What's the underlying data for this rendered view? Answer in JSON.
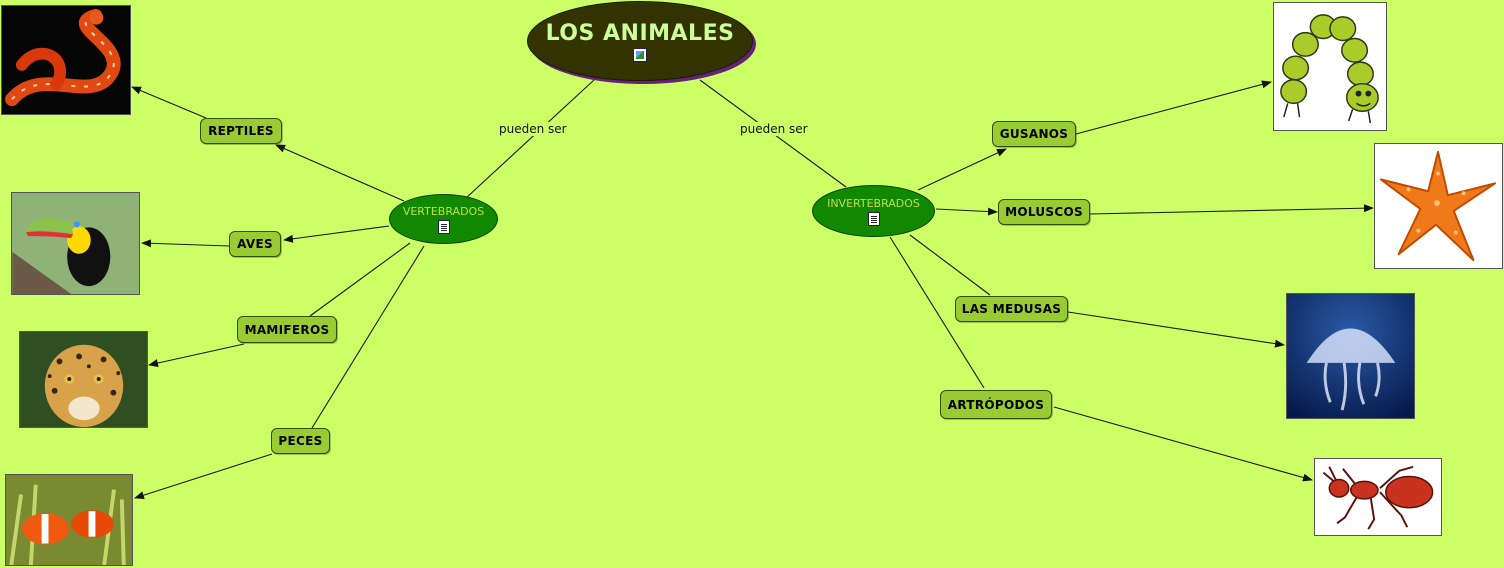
{
  "root": {
    "title": "LOS ANIMALES",
    "icon": "image-icon"
  },
  "links": {
    "left": "pueden ser",
    "right": "pueden ser"
  },
  "vertebrados": {
    "label": "VERTEBRADOS",
    "icon": "resource-icon"
  },
  "invertebrados": {
    "label": "INVERTEBRADOS",
    "icon": "resource-icon"
  },
  "vert_children": [
    "REPTILES",
    "AVES",
    "MAMIFEROS",
    "PECES"
  ],
  "invert_children": [
    "GUSANOS",
    "MOLUSCOS",
    "LAS MEDUSAS",
    "ARTRÓPODOS"
  ],
  "colors": {
    "background": "#ccff66",
    "concept_fill": "#99cc33",
    "group_ellipse": "#118800",
    "root_ellipse": "#333300"
  }
}
